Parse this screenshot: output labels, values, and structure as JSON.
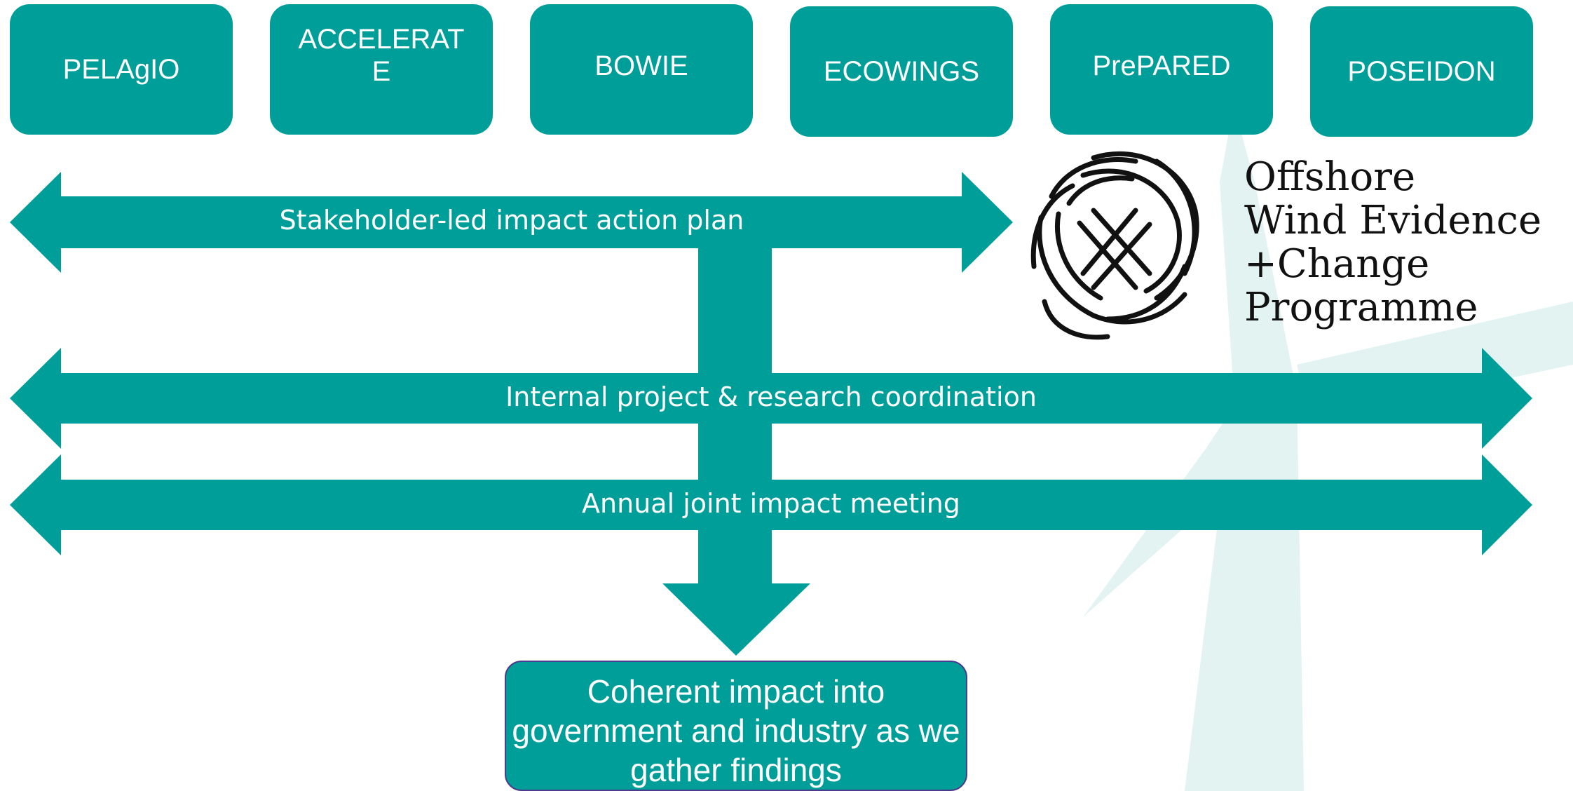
{
  "projects": [
    "PELAgIO",
    "ACCELERAT\nE",
    "BOWIE",
    "ECOWINGS",
    "PrePARED",
    "POSEIDON"
  ],
  "arrows": {
    "stakeholder": "Stakeholder-led impact action plan",
    "internal": "Internal project & research coordination",
    "annual": "Annual joint impact meeting"
  },
  "outcome": "Coherent impact into government and industry as we gather findings",
  "logo": {
    "line1": "Offshore",
    "line2": "Wind Evidence",
    "line3": "+Change",
    "line4": "Programme"
  },
  "colors": {
    "teal": "#009e99",
    "watermark": "#e3f3f2",
    "outcome_border": "#4a3b8c"
  }
}
